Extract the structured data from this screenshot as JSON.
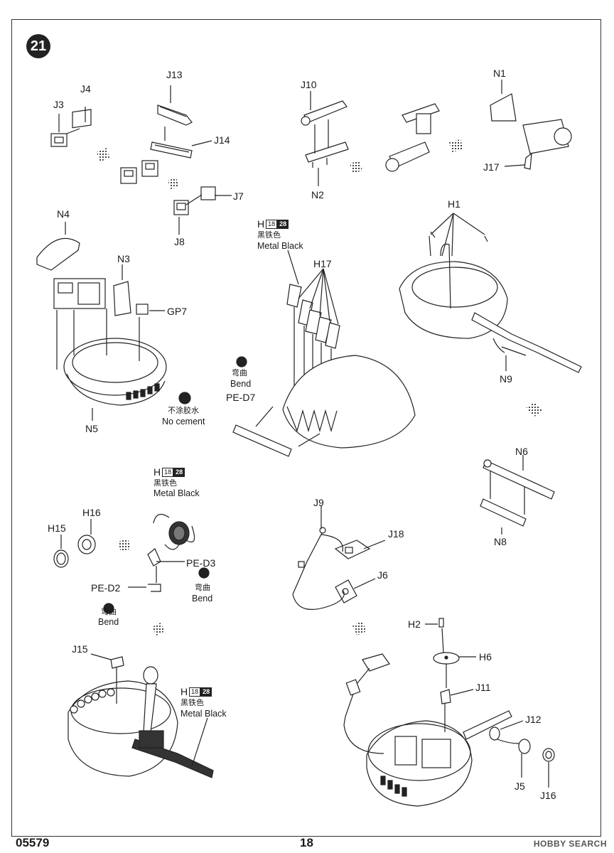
{
  "step": "21",
  "page_number": "18",
  "catalog_code": "05579",
  "watermark": "HOBBY SEARCH",
  "color_code": {
    "letter": "H",
    "n1": "18",
    "n2": "28",
    "zh": "黑铁色",
    "en": "Metal  Black"
  },
  "bend": {
    "zh": "弯曲",
    "en": "Bend"
  },
  "no_cement": {
    "zh": "不涂胶水",
    "en": "No cement"
  },
  "parts": {
    "J3": "J3",
    "J4": "J4",
    "J13": "J13",
    "J14": "J14",
    "J7": "J7",
    "J8": "J8",
    "J10": "J10",
    "N2": "N2",
    "N1": "N1",
    "J17": "J17",
    "N4": "N4",
    "N3": "N3",
    "GP7": "GP7",
    "N5": "N5",
    "H17": "H17",
    "PE_D7": "PE-D7",
    "H1": "H1",
    "N9": "N9",
    "N6": "N6",
    "N8": "N8",
    "H15": "H15",
    "H16": "H16",
    "PE_D3": "PE-D3",
    "PE_D2": "PE-D2",
    "J9": "J9",
    "J18": "J18",
    "J6": "J6",
    "J15": "J15",
    "H2": "H2",
    "H6": "H6",
    "J11": "J11",
    "J12": "J12",
    "J5": "J5",
    "J16": "J16"
  }
}
